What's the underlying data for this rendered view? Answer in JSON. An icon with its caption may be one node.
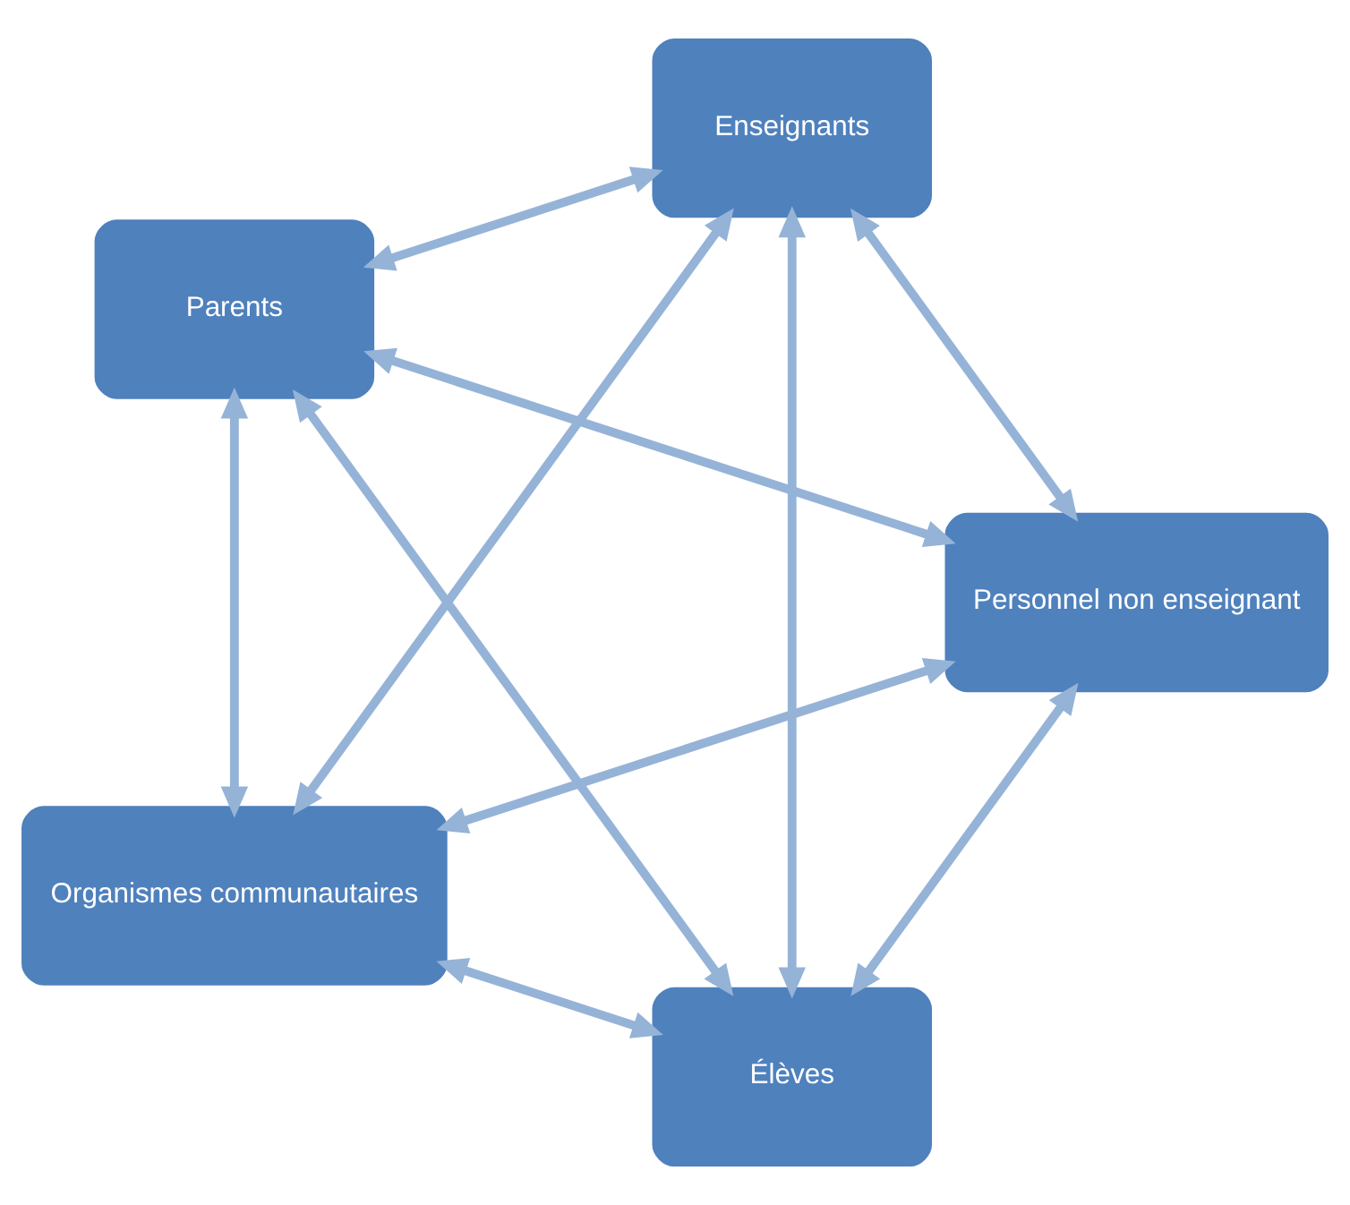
{
  "diagram": {
    "nodes": [
      {
        "text": [
          "Élèves"
        ]
      },
      {
        "text": [
          "Personnel non enseignant"
        ]
      },
      {
        "text": [
          "Parents"
        ]
      },
      {
        "text": [
          "Enseignants"
        ]
      },
      {
        "text": [
          "Organismes communautaires"
        ]
      }
    ],
    "edges": [
      {
        "from": 0,
        "to": 2,
        "arrow": "both"
      },
      {
        "from": 2,
        "to": 4,
        "arrow": "both"
      },
      {
        "from": 4,
        "to": 3,
        "arrow": "both"
      },
      {
        "from": 3,
        "to": 1,
        "arrow": "both"
      },
      {
        "from": 1,
        "to": 0,
        "arrow": "both"
      },
      {
        "from": 0,
        "to": 3,
        "arrow": "both"
      },
      {
        "from": 0,
        "to": 4,
        "arrow": "both"
      },
      {
        "from": 1,
        "to": 2,
        "arrow": "both"
      },
      {
        "from": 1,
        "to": 4,
        "arrow": "both"
      },
      {
        "from": 2,
        "to": 3,
        "arrow": "both"
      }
    ]
  }
}
